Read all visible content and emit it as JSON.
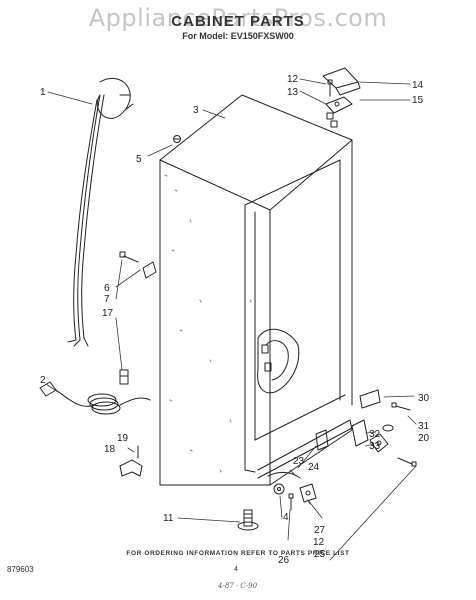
{
  "watermark": "AppliancePartsPros.com",
  "title": "CABINET PARTS",
  "model_line": "For Model: EV150FXSW00",
  "footer_note": "FOR ORDERING INFORMATION REFER TO PARTS PRICE LIST",
  "page_number": "4",
  "document_number": "879603",
  "signature": "4-87 · C-90",
  "callouts": {
    "c1": "1",
    "c2": "2",
    "c3": "3",
    "c4": "4",
    "c5": "5",
    "c6": "6",
    "c7": "7",
    "c11": "11",
    "c12a": "12",
    "c12b": "12",
    "c13": "13",
    "c14": "14",
    "c15": "15",
    "c17": "17",
    "c18": "18",
    "c19": "19",
    "c20": "20",
    "c23": "23",
    "c24": "24",
    "c25": "25",
    "c26": "26",
    "c27": "27",
    "c30": "30",
    "c31": "31",
    "c32": "32",
    "c33": "33"
  }
}
